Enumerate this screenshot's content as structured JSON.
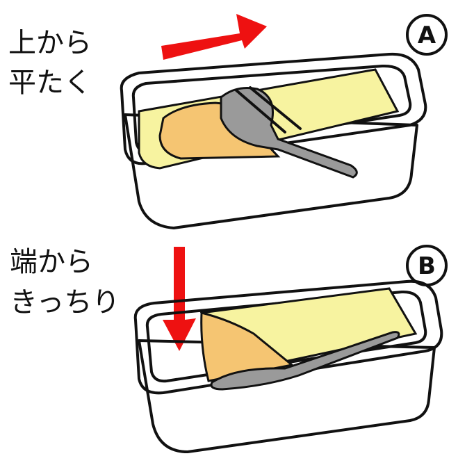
{
  "panel_a": {
    "label_line1": "上から",
    "label_line2": "平たく",
    "badge": "A"
  },
  "panel_b": {
    "label_line1": "端から",
    "label_line2": "きっちり",
    "badge": "B"
  },
  "colors": {
    "arrow": "#ee1111",
    "butter": "#f7f3a0",
    "scooped": "#f5c572",
    "spoon": "#9a9a9a",
    "dish": "#ffffff",
    "dish_inner": "#eeeeee"
  }
}
